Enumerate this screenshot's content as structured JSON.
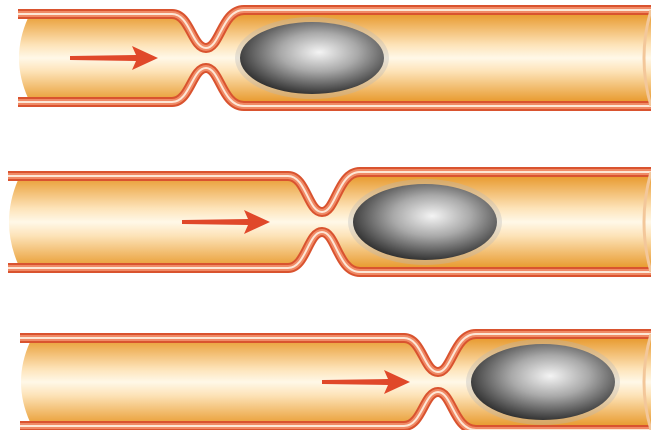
{
  "diagram": {
    "stages": [
      {
        "id": "stage-1"
      },
      {
        "id": "stage-2"
      },
      {
        "id": "stage-3"
      }
    ]
  },
  "colors": {
    "background": "#ffffff",
    "wall_dark": "#d9532f",
    "wall_mid": "#f08a66",
    "wall_light": "#fde7d6",
    "lumen_edge": "#e89a2e",
    "lumen_center": "#fff8e8",
    "arrow": "#e0482a",
    "bolus_dark": "#2e2e2e",
    "bolus_light": "#e6e6e6"
  },
  "icons": {
    "direction_marker": "right-arrow-icon",
    "food_bolus": "oval-bolus-icon"
  }
}
